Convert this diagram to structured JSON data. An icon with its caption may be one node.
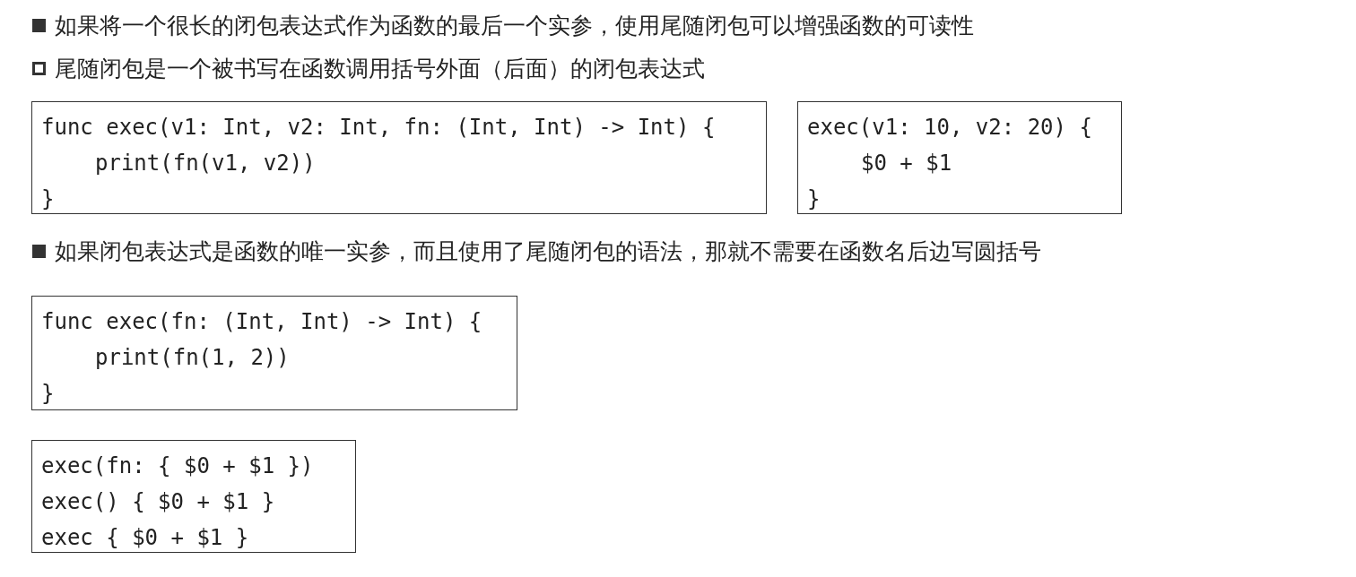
{
  "diagram": {
    "nodes": [
      {
        "text": [
          "func exec(v1: Int, v2: Int, fn: (Int, Int) -> Int) {",
          "print(fn(v1, v2))",
          "}"
        ]
      },
      {
        "text": [
          "exec(v1: 10, v2: 20) {",
          "$0 + $1",
          "}"
        ]
      },
      {
        "text": [
          "func exec(fn: (Int, Int) -> Int) {",
          "print(fn(1, 2))",
          "}"
        ]
      },
      {
        "text": [
          "exec(fn: { $0 + $1 })",
          "exec() { $0 + $1 }",
          "exec { $0 + $1 }"
        ]
      }
    ],
    "labels": [
      "如果将一个很长的闭包表达式作为函数的最后一个实参，使用尾随闭包可以增强函数的可读性",
      "尾随闭包是一个被书写在函数调用括号外面（后面）的闭包表达式",
      "如果闭包表达式是函数的唯一实参，而且使用了尾随闭包的语法，那就不需要在函数名后边写圆括号"
    ]
  }
}
